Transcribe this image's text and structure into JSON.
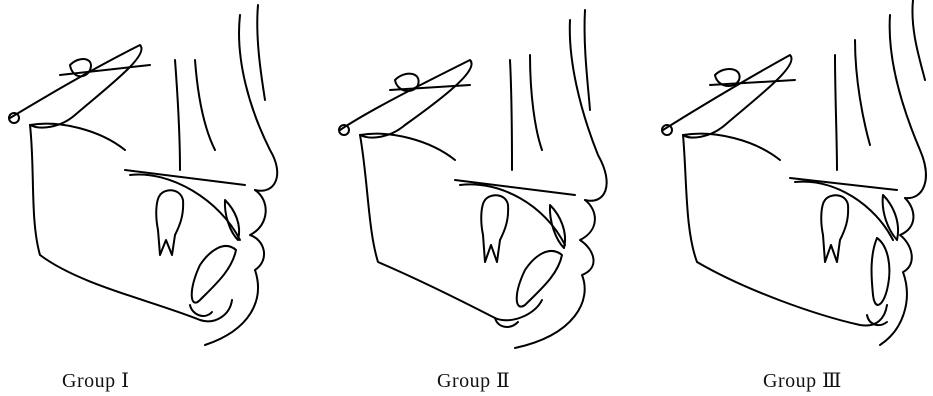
{
  "figure": {
    "panels": [
      {
        "caption": "Group  Ⅰ"
      },
      {
        "caption": "Group  Ⅱ"
      },
      {
        "caption": "Group  Ⅲ"
      }
    ],
    "colors": {
      "line": "#000000",
      "background": "#ffffff"
    }
  }
}
